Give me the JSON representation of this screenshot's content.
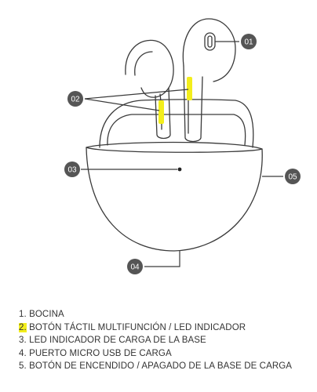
{
  "callouts": [
    {
      "label": "01"
    },
    {
      "label": "02"
    },
    {
      "label": "03"
    },
    {
      "label": "04"
    },
    {
      "label": "05"
    }
  ],
  "legend": [
    {
      "number": "1.",
      "text": "BOCINA",
      "highlighted": false
    },
    {
      "number": "2.",
      "text": "BOTÓN TÁCTIL MULTIFUNCIÓN / LED INDICADOR",
      "highlighted": true
    },
    {
      "number": "3.",
      "text": "LED INDICADOR DE CARGA DE LA BASE",
      "highlighted": false
    },
    {
      "number": "4.",
      "text": "PUERTO MICRO USB DE CARGA",
      "highlighted": false
    },
    {
      "number": "5.",
      "text": "BOTÓN DE ENCENDIDO / APAGADO DE LA BASE DE CARGA",
      "highlighted": false
    }
  ],
  "colors": {
    "line": "#3a3a3a",
    "callout_fill": "#555555",
    "highlight": "#f3ee1c",
    "text": "#333333"
  }
}
